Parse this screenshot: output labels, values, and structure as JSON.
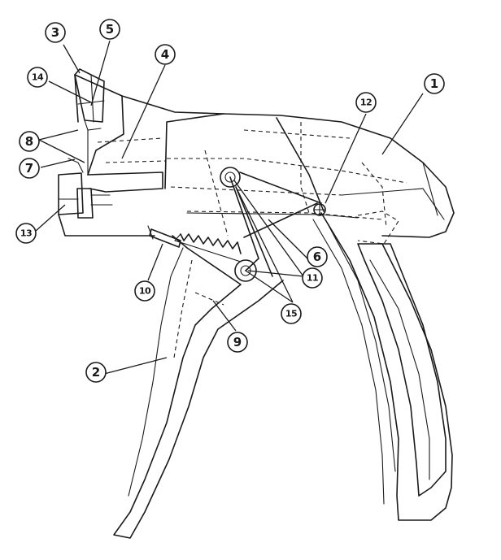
{
  "figure": {
    "line_color": "#1a1a1a",
    "background": "#ffffff"
  },
  "callouts": [
    {
      "id": "c1",
      "label": "1"
    },
    {
      "id": "c2",
      "label": "2"
    },
    {
      "id": "c3",
      "label": "3"
    },
    {
      "id": "c4",
      "label": "4"
    },
    {
      "id": "c5",
      "label": "5"
    },
    {
      "id": "c6",
      "label": "6"
    },
    {
      "id": "c7",
      "label": "7"
    },
    {
      "id": "c8",
      "label": "8"
    },
    {
      "id": "c9",
      "label": "9"
    },
    {
      "id": "c10",
      "label": "10"
    },
    {
      "id": "c11",
      "label": "11"
    },
    {
      "id": "c12",
      "label": "12"
    },
    {
      "id": "c13",
      "label": "13"
    },
    {
      "id": "c14",
      "label": "14"
    },
    {
      "id": "c15",
      "label": "15"
    }
  ]
}
